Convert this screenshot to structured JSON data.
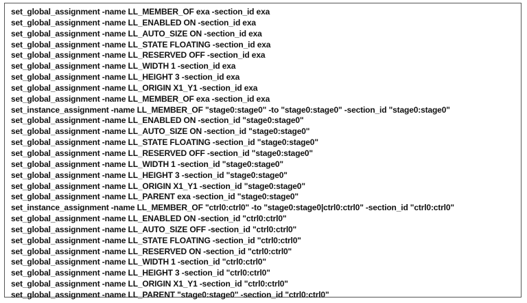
{
  "document": {
    "lines": [
      "set_global_assignment -name LL_MEMBER_OF exa -section_id exa",
      "set_global_assignment -name LL_ENABLED ON -section_id exa",
      "set_global_assignment -name LL_AUTO_SIZE ON -section_id exa",
      "set_global_assignment -name LL_STATE FLOATING -section_id exa",
      "set_global_assignment -name LL_RESERVED OFF -section_id exa",
      "set_global_assignment -name LL_WIDTH 1 -section_id exa",
      "set_global_assignment -name LL_HEIGHT 3 -section_id exa",
      "set_global_assignment -name LL_ORIGIN X1_Y1 -section_id exa",
      "set_global_assignment -name LL_MEMBER_OF exa -section_id exa",
      "set_instance_assignment -name LL_MEMBER_OF \"stage0:stage0\" -to \"stage0:stage0\" -section_id \"stage0:stage0\"",
      "set_global_assignment -name LL_ENABLED ON -section_id \"stage0:stage0\"",
      "set_global_assignment -name LL_AUTO_SIZE ON -section_id \"stage0:stage0\"",
      "set_global_assignment -name LL_STATE FLOATING -section_id \"stage0:stage0\"",
      "set_global_assignment -name LL_RESERVED OFF -section_id \"stage0:stage0\"",
      "set_global_assignment -name LL_WIDTH 1 -section_id \"stage0:stage0\"",
      "set_global_assignment -name LL_HEIGHT 3 -section_id \"stage0:stage0\"",
      "set_global_assignment -name LL_ORIGIN X1_Y1 -section_id \"stage0:stage0\"",
      "set_global_assignment -name LL_PARENT exa -section_id \"stage0:stage0\"",
      "set_instance_assignment -name LL_MEMBER_OF \"ctrl0:ctrl0\" -to \"stage0:stage0|ctrl0:ctrl0\" -section_id \"ctrl0:ctrl0\"",
      "set_global_assignment -name LL_ENABLED ON -section_id \"ctrl0:ctrl0\"",
      "set_global_assignment -name LL_AUTO_SIZE OFF -section_id \"ctrl0:ctrl0\"",
      "set_global_assignment -name LL_STATE FLOATING -section_id \"ctrl0:ctrl0\"",
      "set_global_assignment -name LL_RESERVED ON -section_id \"ctrl0:ctrl0\"",
      "set_global_assignment -name LL_WIDTH 1 -section_id \"ctrl0:ctrl0\"",
      "set_global_assignment -name LL_HEIGHT 3 -section_id \"ctrl0:ctrl0\"",
      "set_global_assignment -name LL_ORIGIN X1_Y1 -section_id \"ctrl0:ctrl0\"",
      "set_global_assignment -name LL_PARENT \"stage0:stage0\" -section_id \"ctrl0:ctrl0\""
    ]
  },
  "colors": {
    "text": "#111111",
    "border": "#555555",
    "background": "#ffffff"
  }
}
